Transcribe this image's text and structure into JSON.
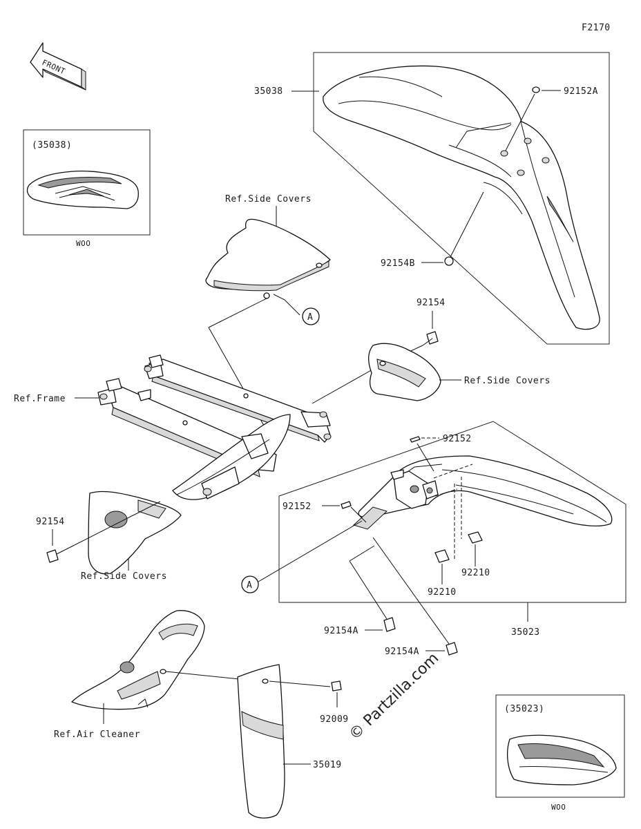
{
  "figure_id": "F2170",
  "front_label": "FRONT",
  "watermark": "© Partzilla.com",
  "inset_top": {
    "part": "(35038)",
    "caption": "WOO"
  },
  "inset_bottom": {
    "part": "(35023)",
    "caption": "WOO"
  },
  "callout_marker": "A",
  "labels": {
    "p35038": "35038",
    "p92152A": "92152A",
    "p92154B": "92154B",
    "p92154_top": "92154",
    "ref_side_covers_top": "Ref.Side Covers",
    "ref_side_covers_right": "Ref.Side Covers",
    "ref_side_covers_left": "Ref.Side Covers",
    "ref_frame": "Ref.Frame",
    "p92152_upper": "92152",
    "p92152_left": "92152",
    "p92154_left": "92154",
    "p92210_a": "92210",
    "p92210_b": "92210",
    "p35023": "35023",
    "p92154A_a": "92154A",
    "p92154A_b": "92154A",
    "p92009": "92009",
    "ref_air_cleaner": "Ref.Air Cleaner",
    "p35019": "35019"
  }
}
